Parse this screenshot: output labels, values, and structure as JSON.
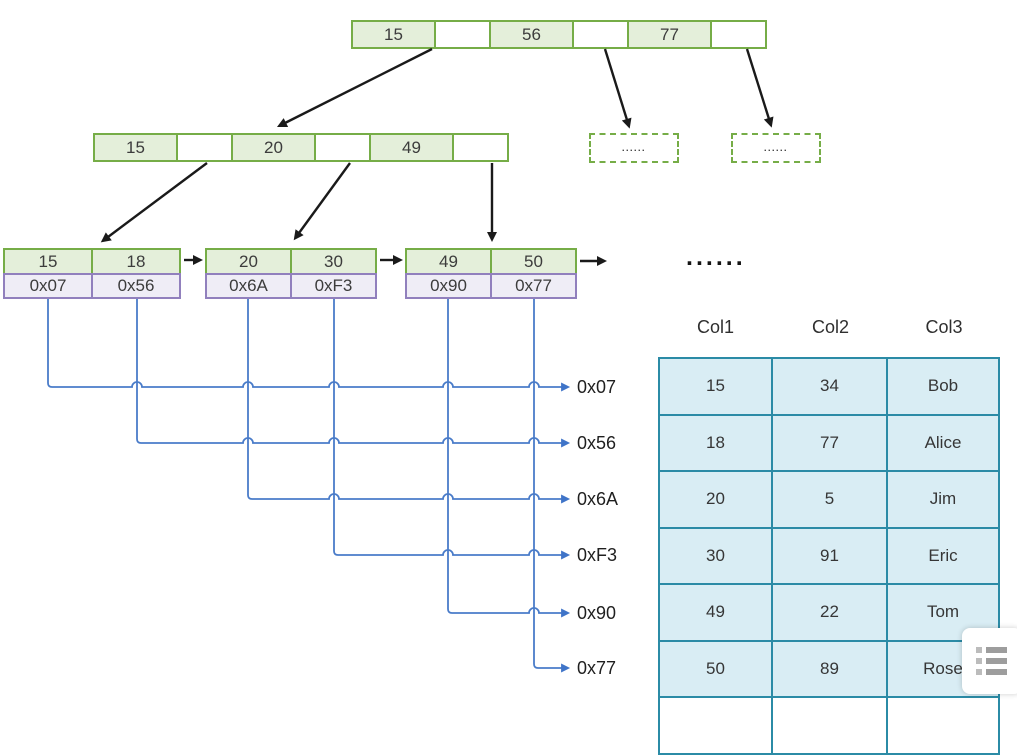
{
  "diagram": {
    "root_node": {
      "keys": [
        "15",
        "56",
        "77"
      ]
    },
    "internal_node": {
      "keys": [
        "15",
        "20",
        "49"
      ]
    },
    "leaf_nodes": [
      {
        "keys": [
          "15",
          "18"
        ],
        "ptrs": [
          "0x07",
          "0x56"
        ]
      },
      {
        "keys": [
          "20",
          "30"
        ],
        "ptrs": [
          "0x6A",
          "0xF3"
        ]
      },
      {
        "keys": [
          "49",
          "50"
        ],
        "ptrs": [
          "0x90",
          "0x77"
        ]
      }
    ],
    "dashed_boxes": [
      "......",
      "......"
    ],
    "chain_ellipsis": "......",
    "pointer_labels": [
      "0x07",
      "0x56",
      "0x6A",
      "0xF3",
      "0x90",
      "0x77"
    ]
  },
  "table": {
    "headers": [
      "Col1",
      "Col2",
      "Col3"
    ],
    "rows": [
      [
        "15",
        "34",
        "Bob"
      ],
      [
        "18",
        "77",
        "Alice"
      ],
      [
        "20",
        "5",
        "Jim"
      ],
      [
        "30",
        "91",
        "Eric"
      ],
      [
        "49",
        "22",
        "Tom"
      ],
      [
        "50",
        "89",
        "Rose"
      ]
    ]
  },
  "colors": {
    "node_fill": "#e4efda",
    "node_border": "#76ad47",
    "pointer_fill": "#efedf6",
    "pointer_border": "#9180bd",
    "table_fill": "#d9edf4",
    "table_border": "#2b8ba6",
    "connector_blue": "#4a7cc9",
    "arrow_black": "#1a1a1a"
  }
}
